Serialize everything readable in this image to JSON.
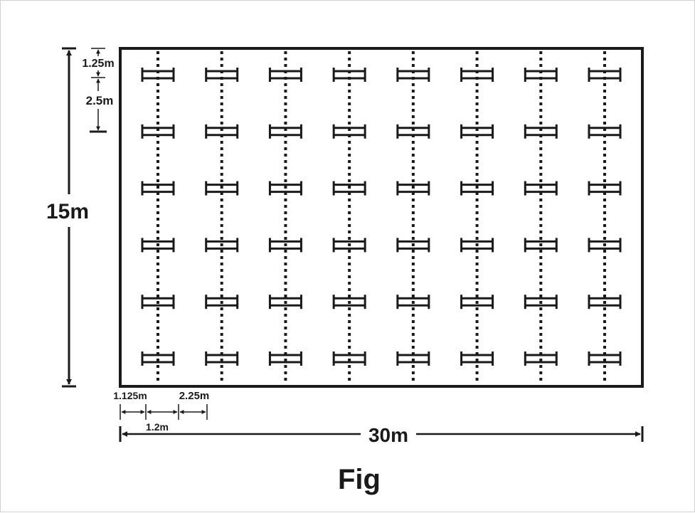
{
  "figure": {
    "caption": "Fig",
    "colors": {
      "ink": "#1a1a1a",
      "background": "#ffffff"
    },
    "dimensions": {
      "total_height": "15m",
      "total_width": "30m",
      "top_offset": "1.25m",
      "row_spacing": "2.5m",
      "side_offset": "1.125m",
      "unit_width": "1.2m",
      "column_spacing": "2.25m"
    },
    "layout_counts": {
      "rows": 6,
      "columns": 8
    }
  }
}
